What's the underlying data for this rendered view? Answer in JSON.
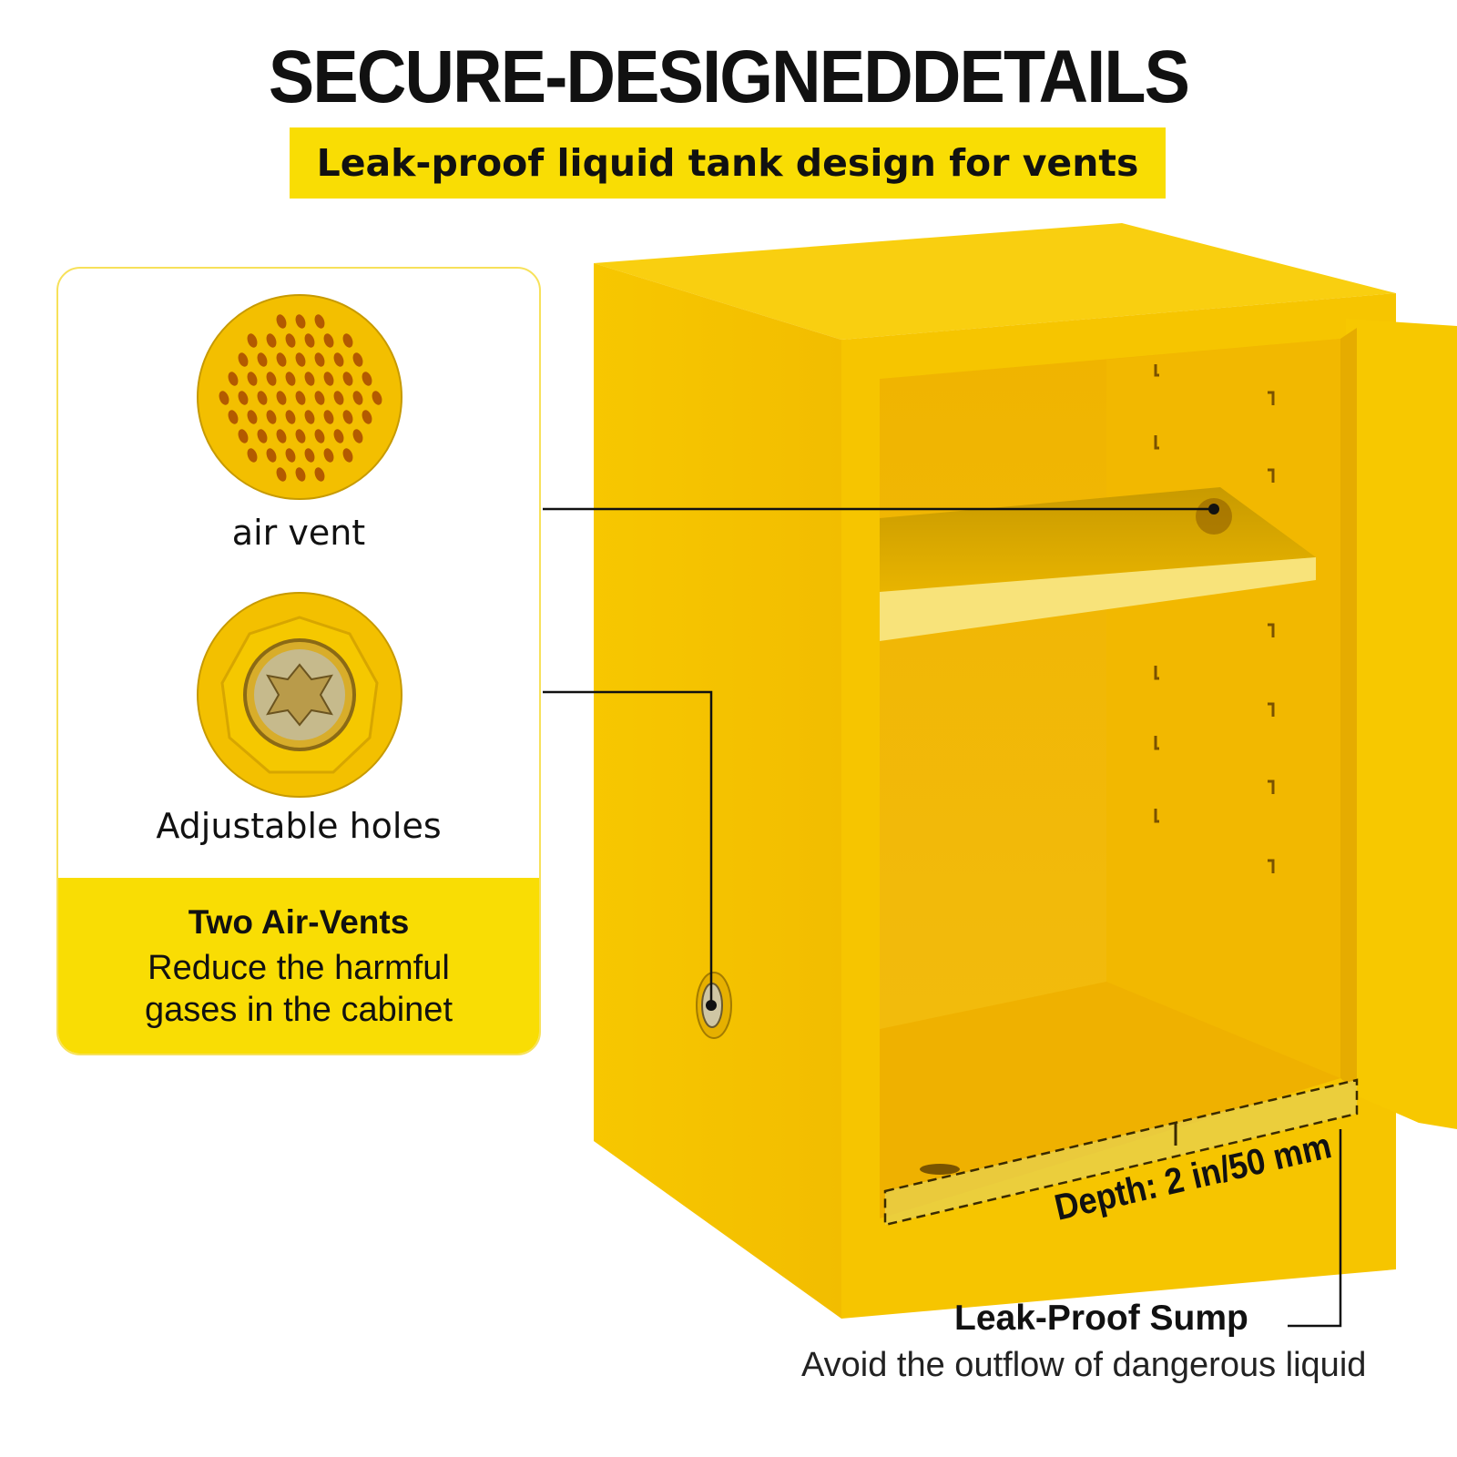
{
  "header": {
    "title": "SECURE-DESIGNEDDETAILS",
    "subtitle": "Leak-proof liquid tank design for vents"
  },
  "features": {
    "air_vent_label": "air vent",
    "holes_label": "Adjustable holes",
    "vents_title": "Two Air-Vents",
    "vents_desc_line1": "Reduce the harmful",
    "vents_desc_line2": "gases in the cabinet"
  },
  "sump": {
    "depth_label": "Depth: 2 in/50 mm",
    "title": "Leak-Proof Sump",
    "description": "Avoid the outflow of dangerous liquid"
  },
  "colors": {
    "accent": "#f9dd04",
    "cabinet": "#f5c400",
    "text": "#111111"
  }
}
